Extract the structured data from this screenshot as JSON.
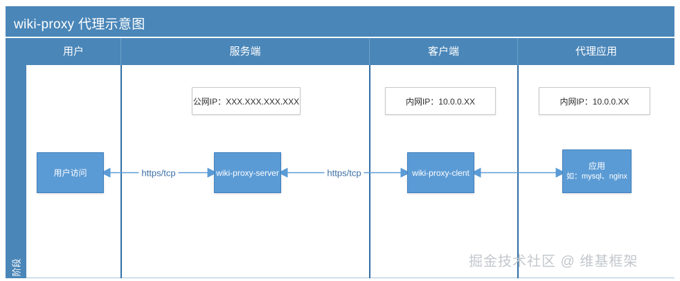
{
  "diagram": {
    "title": "wiki-proxy 代理示意图",
    "lane_label": "阶段",
    "accent_color": "#4a86b8",
    "node_color": "#5b9bd5",
    "connector_color": "#5b9bd5",
    "columns": [
      {
        "label": "用户"
      },
      {
        "label": "服务端"
      },
      {
        "label": "客户端"
      },
      {
        "label": "代理应用"
      }
    ],
    "notes": [
      {
        "text": "公网IP：XXX.XXX.XXX.XXX"
      },
      {
        "text": "内网IP：10.0.0.XX"
      },
      {
        "text": "内网IP：10.0.0.XX"
      }
    ],
    "nodes": [
      {
        "line1": "用户访问",
        "line2": ""
      },
      {
        "line1": "wiki-proxy-server",
        "line2": ""
      },
      {
        "line1": "wiki-proxy-clent",
        "line2": ""
      },
      {
        "line1": "应用",
        "line2": "如：mysql、nginx"
      }
    ],
    "connectors": [
      {
        "label": "https/tcp"
      },
      {
        "label": "https/tcp"
      },
      {
        "label": ""
      }
    ],
    "watermark": "掘金技术社区 @ 维基框架"
  }
}
